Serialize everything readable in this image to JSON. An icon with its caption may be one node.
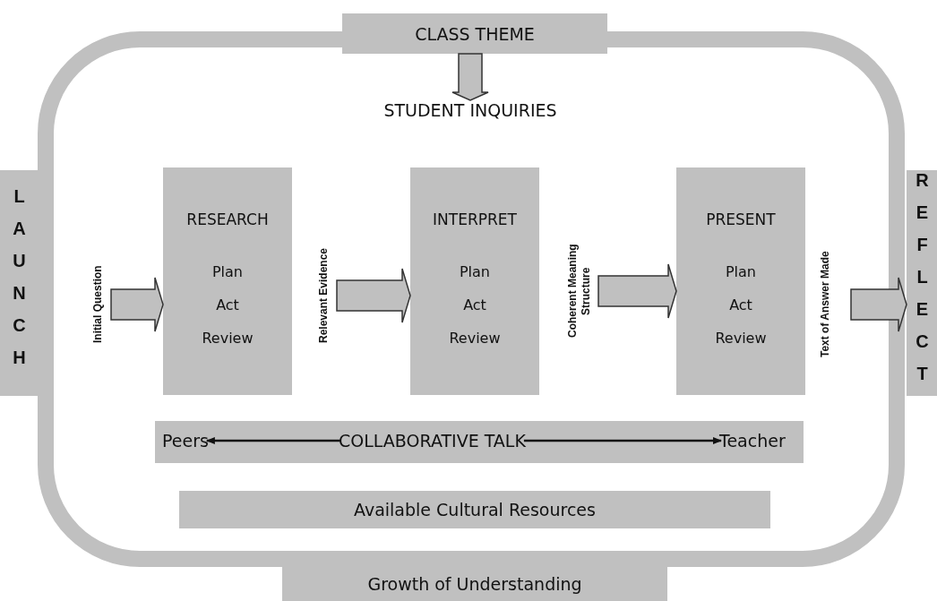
{
  "diagram": {
    "nodes": [
      {
        "text": [
          "CLASS THEME"
        ]
      },
      {
        "text": [
          "STUDENT INQUIRIES"
        ]
      },
      {
        "text": [
          "LAUNCH"
        ]
      },
      {
        "text": [
          "Initial Question"
        ]
      },
      {
        "text": [
          "RESEARCH",
          "Plan Act Review"
        ]
      },
      {
        "text": [
          "Relevant Evidence"
        ]
      },
      {
        "text": [
          "INTERPRET",
          "Plan Act Review"
        ]
      },
      {
        "text": [
          "Coherent Meaning Structure"
        ]
      },
      {
        "text": [
          "PRESENT",
          "Plan Act Review"
        ]
      },
      {
        "text": [
          "Text of Answer Made"
        ]
      },
      {
        "text": [
          "REFLECT"
        ]
      },
      {
        "text": [],
        "shape": "bar"
      },
      {
        "text": [
          "Peers"
        ],
        "in": 11
      },
      {
        "text": [
          "COLLABORATIVE TALK"
        ],
        "in": 11
      },
      {
        "text": [
          "Teacher"
        ],
        "in": 11
      },
      {
        "text": [
          "Available Cultural Resources"
        ]
      },
      {
        "text": [
          "Growth of Understanding"
        ]
      }
    ],
    "edges": [
      {
        "from": 0,
        "to": 1,
        "arrow": "to"
      },
      {
        "from": 3,
        "to": 4,
        "arrow": "to"
      },
      {
        "from": 5,
        "to": 6,
        "arrow": "to"
      },
      {
        "from": 7,
        "to": 8,
        "arrow": "to"
      },
      {
        "from": 9,
        "to": 10,
        "arrow": "to"
      },
      {
        "from": 13,
        "to": 12,
        "arrow": "to"
      },
      {
        "from": 13,
        "to": 14,
        "arrow": "to"
      }
    ]
  }
}
